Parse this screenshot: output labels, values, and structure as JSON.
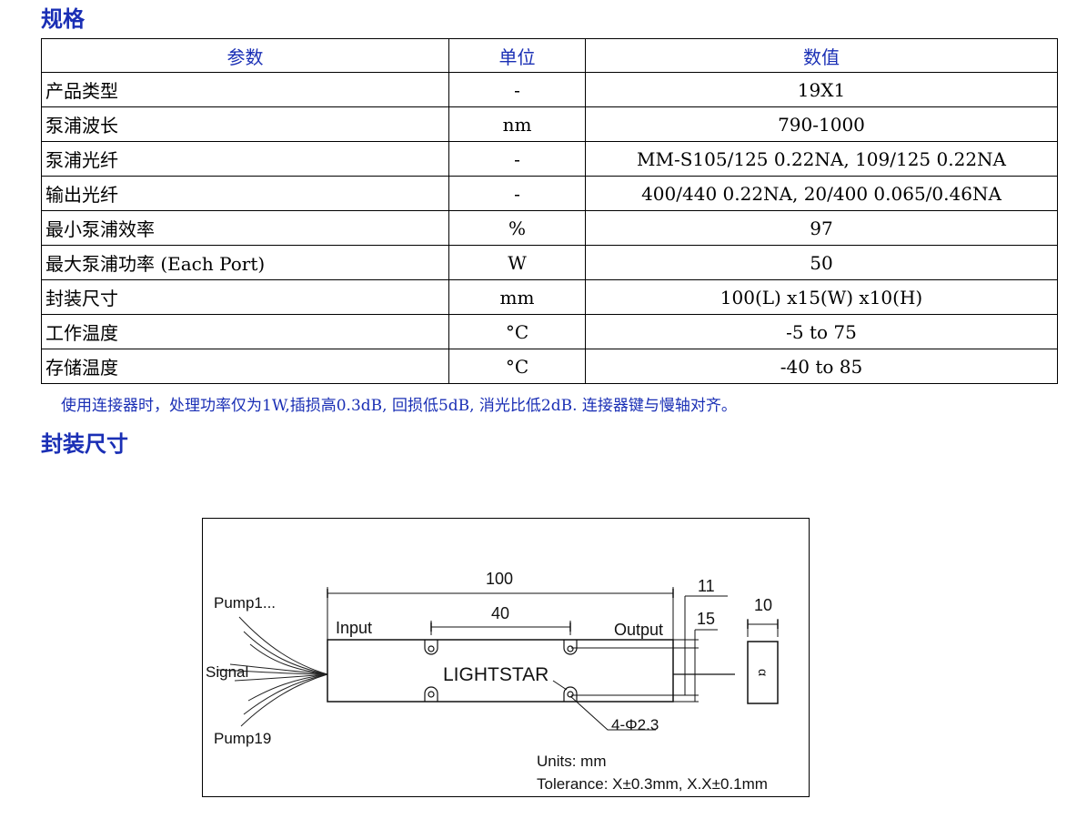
{
  "spec_heading": "规格",
  "table": {
    "headers": {
      "param": "参数",
      "unit": "单位",
      "value": "数值"
    },
    "rows": [
      {
        "param": "产品类型",
        "unit": "-",
        "value": "19X1"
      },
      {
        "param": "泵浦波长",
        "unit": "nm",
        "value": "790-1000"
      },
      {
        "param": "泵浦光纤",
        "unit": "-",
        "value": "MM-S105/125 0.22NA, 109/125 0.22NA"
      },
      {
        "param": "输出光纤",
        "unit": "-",
        "value": "400/440 0.22NA, 20/400 0.065/0.46NA"
      },
      {
        "param": "最小泵浦效率",
        "unit": "%",
        "value": "97"
      },
      {
        "param": "最大泵浦功率 (Each Port)",
        "unit": "W",
        "value": "50"
      },
      {
        "param": "封装尺寸",
        "unit": "mm",
        "value": "100(L) x15(W) x10(H)"
      },
      {
        "param": "工作温度",
        "unit": "°C",
        "value": "-5 to 75"
      },
      {
        "param": "存储温度",
        "unit": "°C",
        "value": "-40 to 85"
      }
    ]
  },
  "note": "使用连接器时，处理功率仅为1W,插损高0.3dB, 回损低5dB, 消光比低2dB. 连接器键与慢轴对齐。",
  "package_heading": "封装尺寸",
  "drawing": {
    "pump_first": "Pump1...",
    "signal": "Signal",
    "pump_last": "Pump19",
    "input": "Input",
    "output": "Output",
    "brand": "LIGHTSTAR",
    "dim_length": "100",
    "dim_hole_spacing": "40",
    "dim_width_11": "11",
    "dim_width_15": "15",
    "dim_height": "10",
    "hole_spec": "4-Φ2.3",
    "units": "Units: mm",
    "tolerance": "Tolerance: X±0.3mm, X.X±0.1mm",
    "side_mark": "α"
  }
}
